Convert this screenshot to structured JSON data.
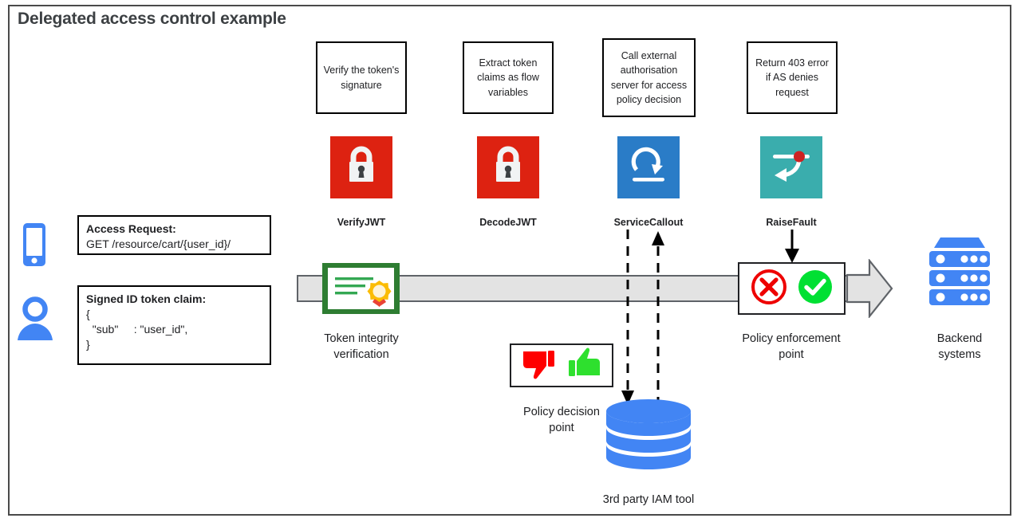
{
  "title": "Delegated access control example",
  "left_panel": {
    "device_icon": "mobile-phone-icon",
    "user_icon": "user-person-icon",
    "access_request": {
      "header": "Access Request:",
      "line1": "GET /resource/cart/{user_id}/"
    },
    "token_claim": {
      "header": "Signed ID token claim:",
      "line1": "{",
      "line2": "  \"sub\"     : \"user_id\",",
      "line3": "}"
    }
  },
  "policies": [
    {
      "description": "Verify the token's signature",
      "name": "VerifyJWT",
      "icon": "padlock-icon",
      "tile_color": "#dd2211"
    },
    {
      "description": "Extract token claims as flow variables",
      "name": "DecodeJWT",
      "icon": "padlock-icon",
      "tile_color": "#dd2211"
    },
    {
      "description": "Call external authorisation server for access policy decision",
      "name": "ServiceCallout",
      "icon": "circular-arrow-icon",
      "tile_color": "#2a7cc7"
    },
    {
      "description": "Return 403 error if AS denies request",
      "name": "RaiseFault",
      "icon": "fault-redirect-arrow-icon",
      "tile_color": "#3aadad"
    }
  ],
  "flow": {
    "token_integrity": {
      "label_line1": "Token integrity",
      "label_line2": "verification",
      "icon": "certificate-seal-icon"
    },
    "policy_enforcement": {
      "label_line1": "Policy enforcement",
      "label_line2": "point",
      "deny_icon": "red-cross-circle-icon",
      "allow_icon": "green-check-circle-icon"
    },
    "backend": {
      "label_line1": "Backend",
      "label_line2": "systems",
      "icon": "server-rack-icon"
    }
  },
  "bottom": {
    "policy_decision": {
      "label_line1": "Policy decision",
      "label_line2": "point",
      "thumbs_down_icon": "thumbs-down-icon",
      "thumbs_up_icon": "thumbs-up-icon"
    },
    "iam_tool": {
      "label": "3rd party IAM tool",
      "icon": "database-cylinder-icon"
    }
  },
  "colors": {
    "red_policy": "#dd2211",
    "blue_policy": "#2a7cc7",
    "teal_policy": "#3aadad",
    "green_cert": "#2e7d32",
    "brand_blue": "#4285f4",
    "allow_green": "#00e033",
    "deny_red": "#ee0000",
    "band_gray": "#e3e3e3"
  }
}
